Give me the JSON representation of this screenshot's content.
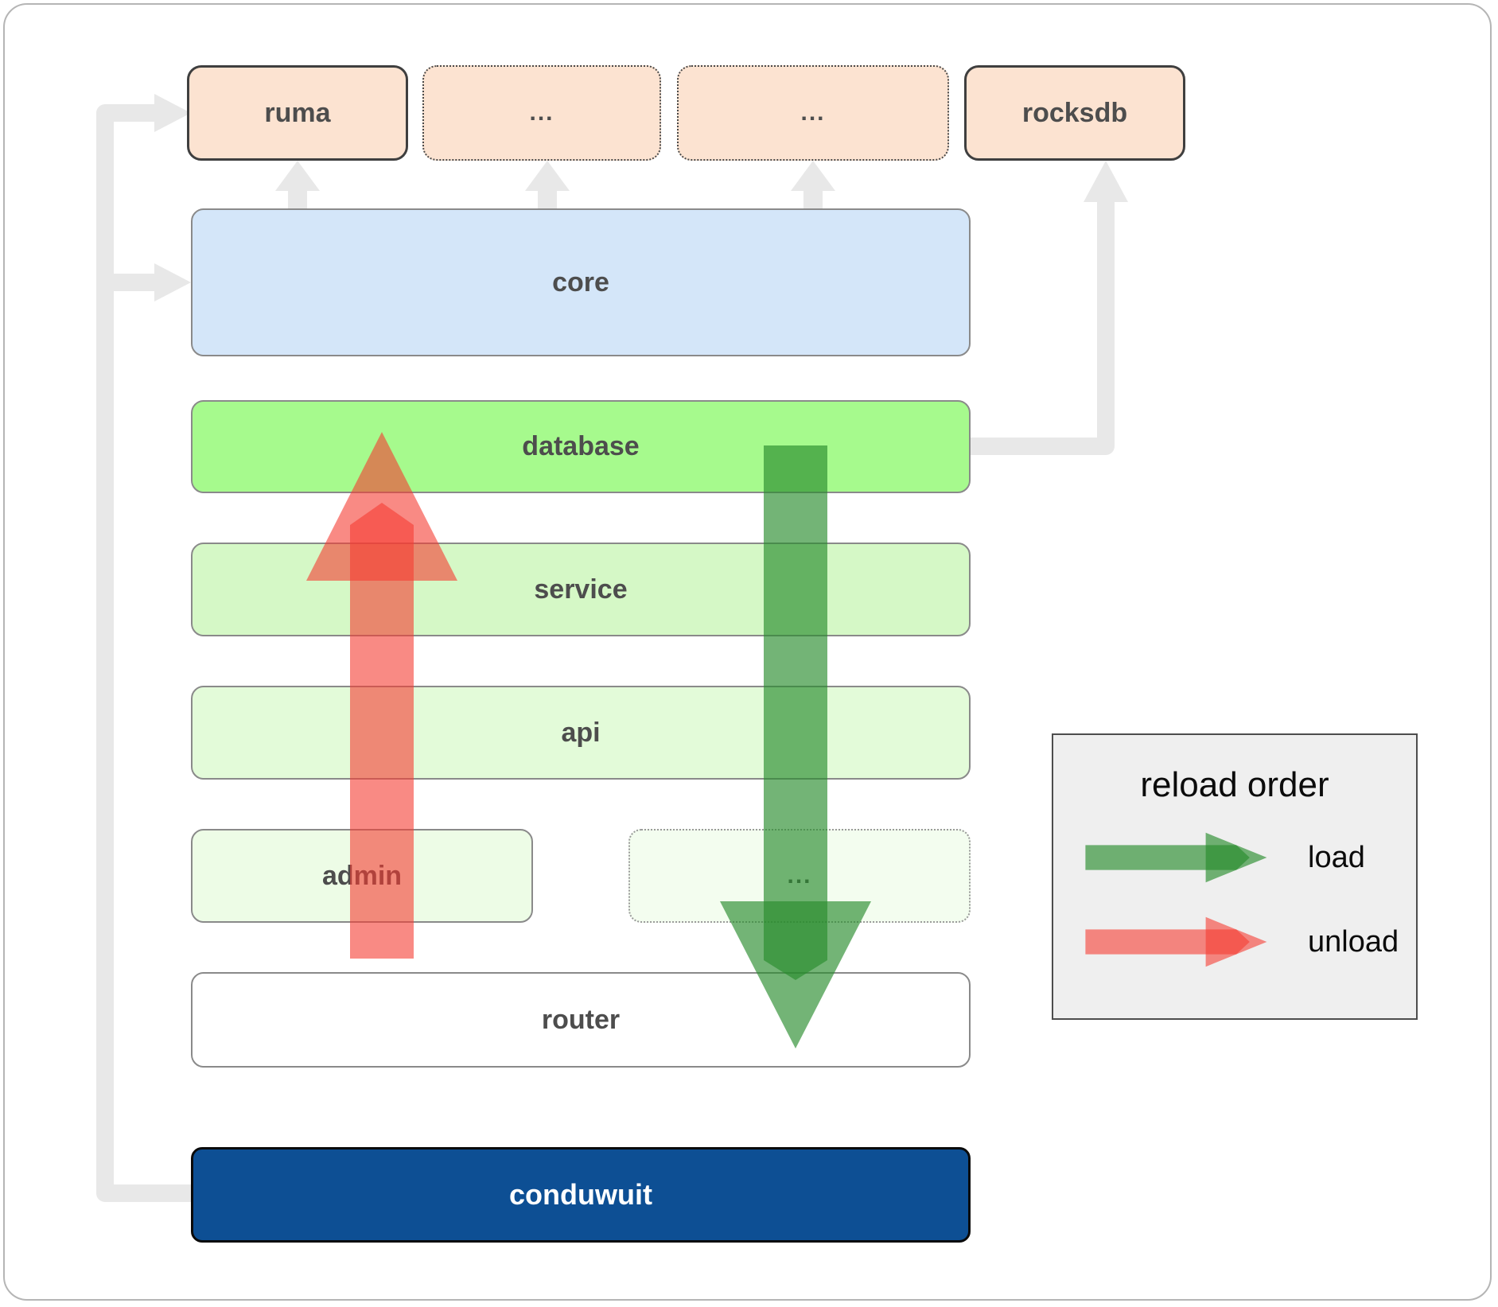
{
  "diagram": {
    "layers": {
      "ruma": "ruma",
      "misc1": "...",
      "misc2": "...",
      "rocksdb": "rocksdb",
      "core": "core",
      "database": "database",
      "service": "service",
      "api": "api",
      "admin": "admin",
      "admin_misc": "...",
      "router": "router",
      "conduwuit": "conduwuit"
    },
    "legend": {
      "title": "reload order",
      "items": [
        {
          "label": "load"
        },
        {
          "label": "unload"
        }
      ]
    },
    "colors": {
      "peach_box": "#fce3d1",
      "core_blue": "#d4e6f9",
      "database_green": "#a6fa8d",
      "service_green": "#d5f8c6",
      "api_green": "#e3fbd9",
      "admin_green": "#edfce6",
      "admin_misc_green": "#f3fdef",
      "router_white": "#ffffff",
      "conduwuit_blue": "#0d4f94",
      "connector_gray": "#e8e8e8",
      "load_green": "rgba(40,140,45,0.65)",
      "unload_red": "rgba(245,60,50,0.60)"
    }
  }
}
